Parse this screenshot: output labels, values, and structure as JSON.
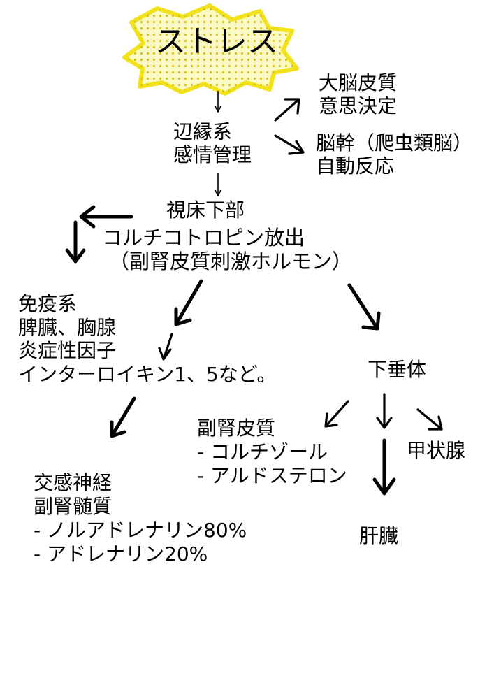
{
  "burst": {
    "title": "ストレス",
    "fill_color": "#fbf9c4",
    "outline_color": "#f2e21c",
    "dot_color": "#d8c21a"
  },
  "nodes": {
    "cortex": [
      "大脳皮質",
      "意思決定"
    ],
    "limbic": [
      "辺縁系",
      "感情管理"
    ],
    "brainstem": [
      "脳幹（爬虫類脳）",
      "自動反応"
    ],
    "hypothalamus": [
      "視床下部"
    ],
    "crh": [
      "コルチコトロピン放出",
      "（副腎皮質刺激ホルモン）"
    ],
    "immune": [
      "免疫系",
      "脾臓、胸腺",
      "炎症性因子",
      "インターロイキン1、5など。"
    ],
    "pituitary": [
      "下垂体"
    ],
    "adrenal_cortex": [
      "副腎皮質",
      "- コルチゾール",
      "- アルドステロン"
    ],
    "thyroid": [
      "甲状腺"
    ],
    "sympathetic": [
      "交感神経",
      "副腎髄質",
      "- ノルアドレナリン80%",
      "- アドレナリン20%"
    ],
    "liver": [
      "肝臓"
    ]
  }
}
